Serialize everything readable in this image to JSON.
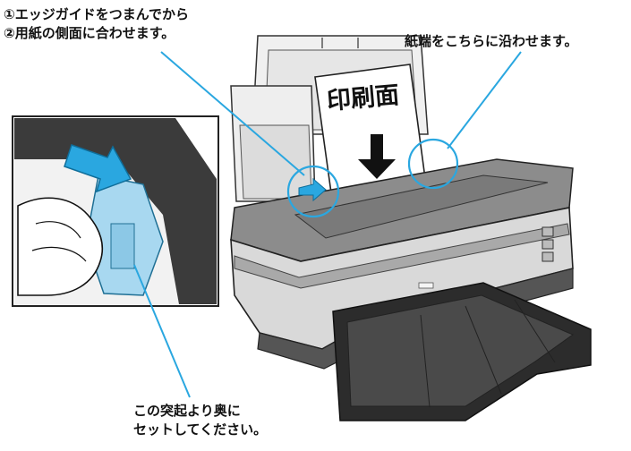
{
  "callouts": {
    "top_left_line1": "①エッジガイドをつまんでから",
    "top_left_line2": "②用紙の側面に合わせます。",
    "top_right": "紙端をこちらに沿わせます。",
    "bottom_line1": "この突起より奥に",
    "bottom_line2": "セットしてください。"
  },
  "paper": {
    "print_side_label": "印刷面"
  },
  "colors": {
    "callout_line": "#2aa7e0",
    "arrow_fill": "#2aa7e0",
    "guide_highlight": "#a8d8f0",
    "printer_body": "#d9d9d9",
    "printer_dark": "#6b6b6b"
  }
}
